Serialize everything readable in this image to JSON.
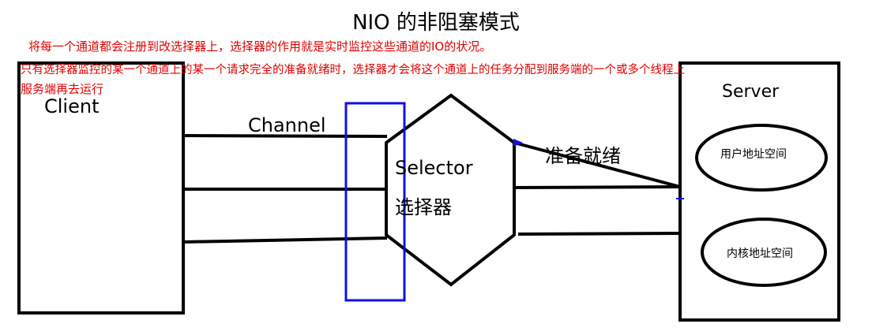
{
  "title": "NIO 的非阻塞模式",
  "notes": {
    "line1": "将每一个通道都会注册到改选择器上，选择器的作用就是实时监控这些通道的IO的状况。",
    "line2": "只有选择器监控的某一个通道上的某一个请求完全的准备就绪时，选择器才会将这个通道上的任务分配到服务端的一个或多个线程上",
    "line3": "服务端再去运行"
  },
  "client": {
    "label": "Client"
  },
  "channel": {
    "label": "Channel"
  },
  "selector": {
    "label": "Selector",
    "label_cn": "选择器"
  },
  "ready": {
    "label": "准备就绪"
  },
  "server": {
    "label": "Server",
    "user_space": "用户地址空间",
    "kernel_space": "内核地址空间"
  },
  "colors": {
    "note": "#e00000",
    "highlight": "#1010e0",
    "stroke": "#000000"
  }
}
